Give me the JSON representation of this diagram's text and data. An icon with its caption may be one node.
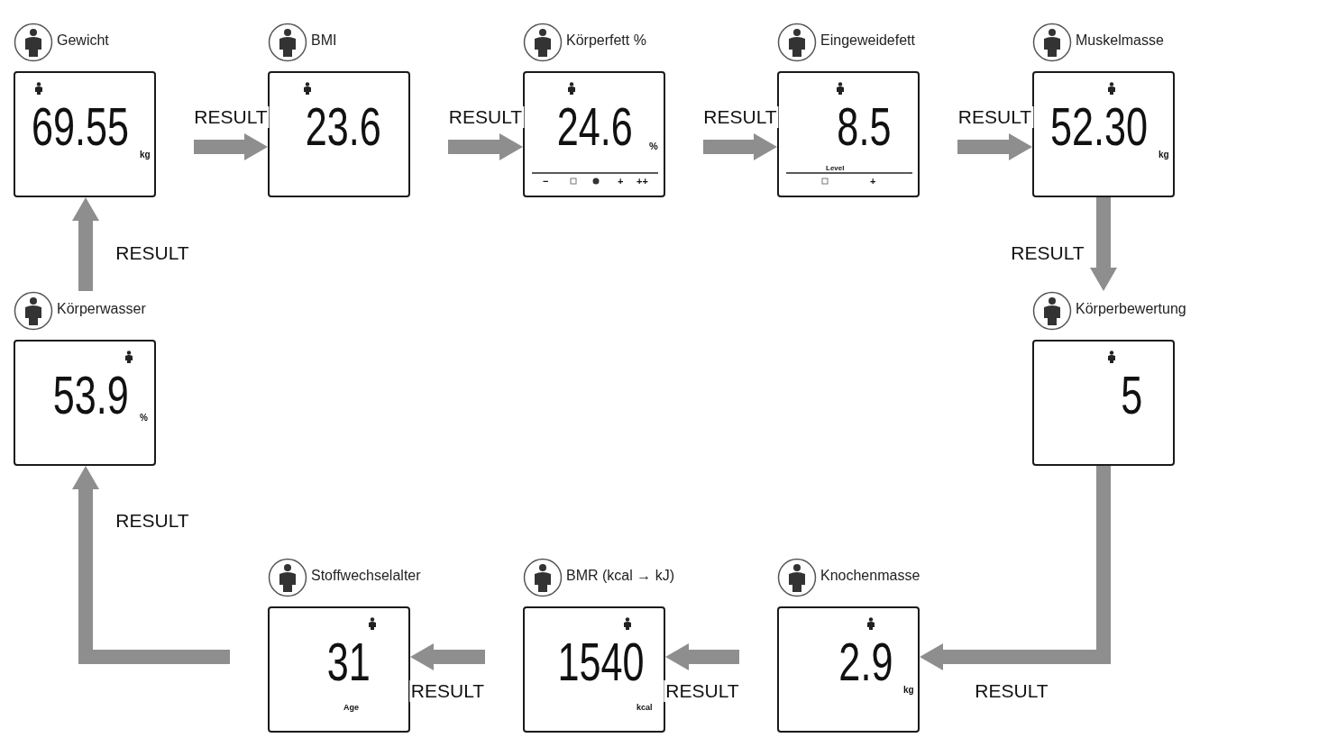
{
  "diagram": {
    "nodes": [
      {
        "text": [
          "Gewicht",
          "69.55",
          "kg"
        ]
      },
      {
        "text": [
          "BMI",
          "23.6"
        ]
      },
      {
        "text": [
          "Körperfett %",
          "24.6",
          "%",
          "−",
          "+",
          "++"
        ]
      },
      {
        "text": [
          "Eingeweidefett",
          "8.5",
          "Level",
          "+"
        ]
      },
      {
        "text": [
          "Muskelmasse",
          "52.30",
          "kg"
        ]
      },
      {
        "text": [
          "Körperbewertung",
          "5"
        ]
      },
      {
        "text": [
          "Knochenmasse",
          "2.9",
          "kg"
        ]
      },
      {
        "text": [
          "BMR (kcal → kJ)",
          "1540",
          "kcal"
        ]
      },
      {
        "text": [
          "Stoffwechselalter",
          "31",
          "Age"
        ]
      },
      {
        "text": [
          "Körperwasser",
          "53.9",
          "%"
        ]
      }
    ],
    "edges": [
      {
        "from": 0,
        "to": 1,
        "arrow": "to",
        "label": "RESULT"
      },
      {
        "from": 1,
        "to": 2,
        "arrow": "to",
        "label": "RESULT"
      },
      {
        "from": 2,
        "to": 3,
        "arrow": "to",
        "label": "RESULT"
      },
      {
        "from": 3,
        "to": 4,
        "arrow": "to",
        "label": "RESULT"
      },
      {
        "from": 4,
        "to": 5,
        "arrow": "to",
        "label": "RESULT"
      },
      {
        "from": 5,
        "to": 6,
        "arrow": "to",
        "label": "RESULT"
      },
      {
        "from": 6,
        "to": 7,
        "arrow": "to",
        "label": "RESULT"
      },
      {
        "from": 7,
        "to": 8,
        "arrow": "to",
        "label": "RESULT"
      },
      {
        "from": 8,
        "to": 9,
        "arrow": "to",
        "label": "RESULT"
      },
      {
        "from": 9,
        "to": 0,
        "arrow": "to",
        "label": "RESULT"
      }
    ]
  }
}
